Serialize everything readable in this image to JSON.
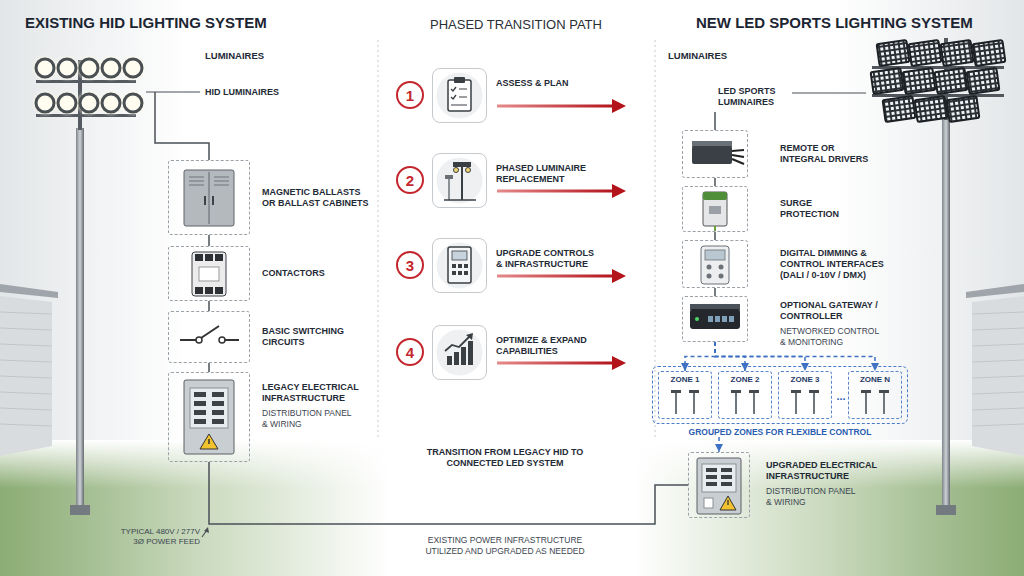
{
  "diagram": {
    "nodes": [
      {
        "text": [
          "MAGNETIC BALLASTS OR BALLAST CABINETS"
        ]
      },
      {
        "text": [
          "CONTACTORS"
        ]
      },
      {
        "text": [
          "BASIC SWITCHING CIRCUITS"
        ]
      },
      {
        "text": [
          "LEGACY ELECTRICAL INFRASTRUCTURE",
          "DISTRIBUTION PANEL & WIRING"
        ]
      },
      {
        "text": [
          "1"
        ]
      },
      {
        "text": [
          "ASSESS & PLAN"
        ]
      },
      {
        "text": [
          "2"
        ]
      },
      {
        "text": [
          "PHASED LUMINAIRE REPLACEMENT"
        ]
      },
      {
        "text": [
          "3"
        ]
      },
      {
        "text": [
          "UPGRADE CONTROLS & INFRASTRUCTURE"
        ]
      },
      {
        "text": [
          "4"
        ]
      },
      {
        "text": [
          "OPTIMIZE & EXPAND CAPABILITIES"
        ]
      },
      {
        "text": [
          "REMOTE OR INTEGRAL DRIVERS"
        ]
      },
      {
        "text": [
          "SURGE PROTECTION"
        ]
      },
      {
        "text": [
          "DIGITAL DIMMING & CONTROL INTERFACES (DALI / 0-10V / DMX)"
        ]
      },
      {
        "text": [
          "OPTIONAL GATEWAY / CONTROLLER",
          "NETWORKED CONTROL & MONITORING"
        ]
      },
      {
        "text": [
          "GROUPED ZONES FOR FLEXIBLE CONTROL"
        ]
      },
      {
        "text": [
          "ZONE 1"
        ],
        "in": 16
      },
      {
        "text": [
          "ZONE 2"
        ],
        "in": 16
      },
      {
        "text": [
          "ZONE 3"
        ],
        "in": 16
      },
      {
        "text": [
          "ZONE N"
        ],
        "in": 16
      },
      {
        "text": [
          "UPGRADED ELECTRICAL INFRASTRUCTURE",
          "DISTRIBUTION PANEL & WIRING"
        ]
      }
    ],
    "edges": [
      {
        "from": 0,
        "to": 1,
        "arrow": "none"
      },
      {
        "from": 1,
        "to": 2,
        "arrow": "none"
      },
      {
        "from": 2,
        "to": 3,
        "arrow": "none"
      },
      {
        "from": 12,
        "to": 13,
        "arrow": "none"
      },
      {
        "from": 13,
        "to": 14,
        "arrow": "none"
      },
      {
        "from": 14,
        "to": 15,
        "arrow": "none"
      },
      {
        "from": 15,
        "to": 17,
        "arrow": "to"
      },
      {
        "from": 15,
        "to": 18,
        "arrow": "to"
      },
      {
        "from": 15,
        "to": 19,
        "arrow": "to"
      },
      {
        "from": 15,
        "to": 20,
        "arrow": "to"
      },
      {
        "from": 16,
        "to": 21,
        "arrow": "to"
      },
      {
        "from": 3,
        "to": 21,
        "arrow": "none"
      }
    ],
    "labels": [
      "EXISTING HID LIGHTING SYSTEM",
      "PHASED TRANSITION PATH",
      "NEW LED SPORTS LIGHTING SYSTEM",
      "LUMINAIRES",
      "HID LUMINAIRES",
      "TYPICAL 480V / 277V 3Ø POWER FEED",
      "TRANSITION FROM LEGACY HID TO CONNECTED LED SYSTEM",
      "EXISTING POWER INFRASTRUCTURE UTILIZED AND UPGRADED AS NEEDED",
      "LUMINAIRES",
      "LED SPORTS LUMINAIRES",
      "..."
    ]
  }
}
